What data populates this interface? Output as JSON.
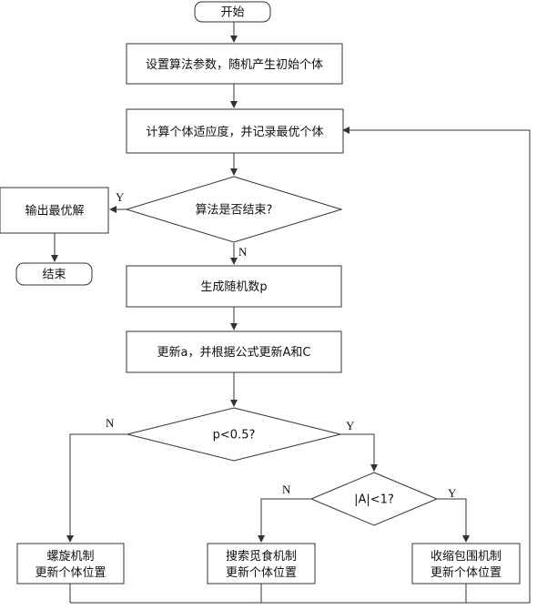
{
  "nodes": {
    "start": "开始",
    "init": "设置算法参数，随机产生初始个体",
    "fitness": "计算个体适应度，并记录最优个体",
    "check_end": "算法是否结束?",
    "output_best": "输出最优解",
    "end": "结束",
    "gen_random": "生成随机数p",
    "update": "更新a，并根据公式更新A和C",
    "p_check": "p<0.5?",
    "a_check": "|A|<1?",
    "spiral": [
      "螺旋机制",
      "更新个体位置"
    ],
    "search": [
      "搜索觅食机制",
      "更新个体位置"
    ],
    "encircle": [
      "收缩包围机制",
      "更新个体位置"
    ]
  },
  "edge_labels": {
    "end_yes": "Y",
    "end_no": "N",
    "p_no": "N",
    "p_yes": "Y",
    "a_no": "N",
    "a_yes": "Y"
  }
}
